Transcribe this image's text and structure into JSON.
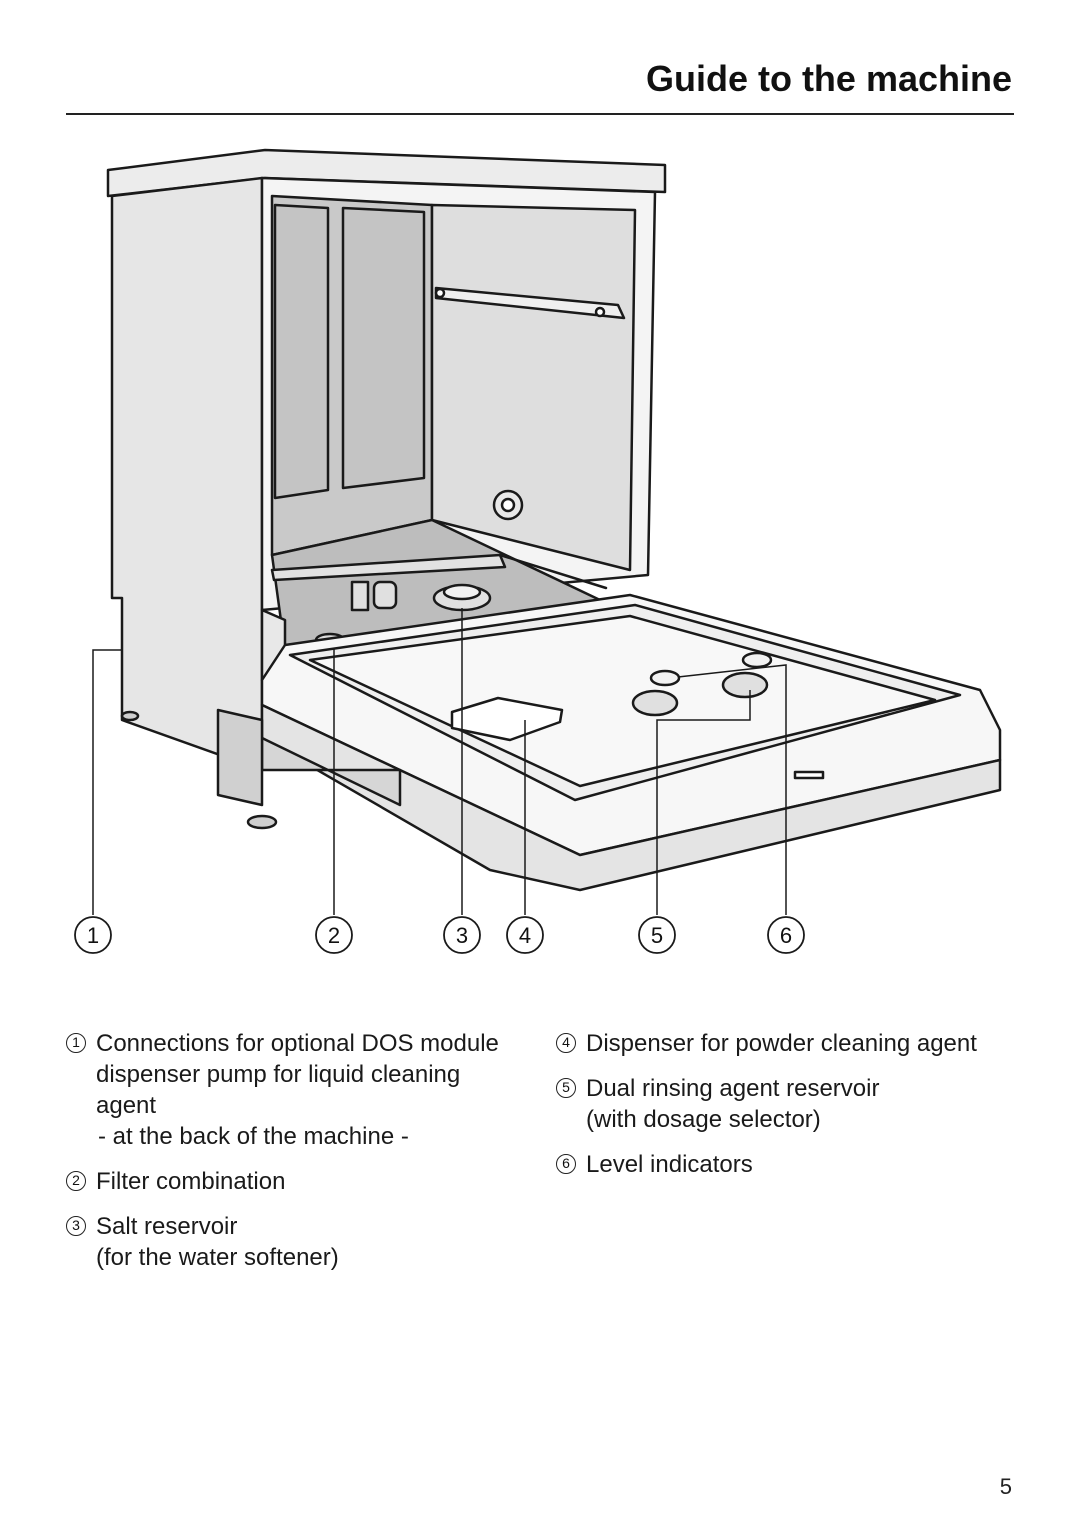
{
  "header": {
    "title": "Guide to the machine"
  },
  "callouts": [
    {
      "num": "1",
      "label": "Connections for optional DOS module dispenser pump for liquid cleaning agent",
      "note": "- at the back of the machine -"
    },
    {
      "num": "2",
      "label": "Filter combination"
    },
    {
      "num": "3",
      "label": "Salt reservoir",
      "sub": "(for the water softener)"
    },
    {
      "num": "4",
      "label": "Dispenser for powder cleaning agent"
    },
    {
      "num": "5",
      "label": "Dual rinsing agent reservoir",
      "sub": "(with dosage selector)"
    },
    {
      "num": "6",
      "label": "Level indicators"
    }
  ],
  "footer": {
    "page_number": "5"
  },
  "icons": {
    "callout_marker": "circled-number-icon"
  }
}
